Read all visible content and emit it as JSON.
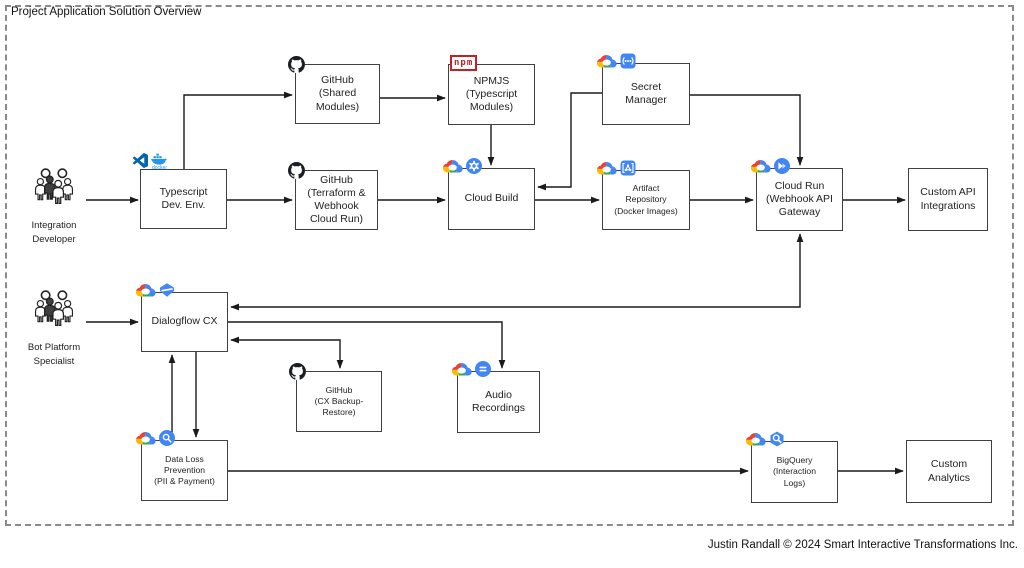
{
  "title": "Project Application Solution Overview",
  "footer": "Justin Randall © 2024 Smart Interactive Transformations Inc.",
  "icon_text": {
    "npm": "npm",
    "docker": "docker"
  },
  "colors": {
    "gcp_blue": "#4285F4",
    "gcp_red": "#EA4335",
    "gcp_yellow": "#FBBC05",
    "gcp_green": "#34A853",
    "npm_red": "#C12127",
    "vscode_blue": "#0065A9",
    "docker_blue": "#2396ED",
    "github_black": "#1B1F23",
    "line": "#1a1a1a",
    "box_border": "#404040",
    "frame_dash": "#8a8a8a"
  },
  "actors": [
    {
      "id": "integration-developer",
      "label": "Integration\nDeveloper"
    },
    {
      "id": "bot-platform-specialist",
      "label": "Bot Platform\nSpecialist"
    }
  ],
  "nodes": [
    {
      "id": "typescript-dev-env",
      "label": "Typescript\nDev. Env.",
      "icons": [
        "vscode-icon",
        "docker-icon"
      ]
    },
    {
      "id": "github-shared-modules",
      "label": "GitHub\n(Shared\nModules)",
      "icons": [
        "github-icon"
      ]
    },
    {
      "id": "npmjs-typescript-modules",
      "label": "NPMJS\n(Typescript\nModules)",
      "icons": [
        "npm-icon"
      ]
    },
    {
      "id": "github-terraform-webhook-cloud-run",
      "label": "GitHub\n(Terraform &\nWebhook\nCloud Run)",
      "icons": [
        "github-icon"
      ]
    },
    {
      "id": "cloud-build",
      "label": "Cloud Build",
      "icons": [
        "google-cloud-icon",
        "cloud-build-icon"
      ]
    },
    {
      "id": "secret-manager",
      "label": "Secret\nManager",
      "icons": [
        "google-cloud-icon",
        "secret-manager-icon"
      ]
    },
    {
      "id": "artifact-repository",
      "label": "Artifact\nRepository\n(Docker Images)",
      "icons": [
        "google-cloud-icon",
        "artifact-registry-icon"
      ]
    },
    {
      "id": "cloud-run-webhook-api-gateway",
      "label": "Cloud Run\n(Webhook API\nGateway",
      "icons": [
        "google-cloud-icon",
        "cloud-run-icon"
      ]
    },
    {
      "id": "custom-api-integrations",
      "label": "Custom API\nIntegrations",
      "icons": []
    },
    {
      "id": "dialogflow-cx",
      "label": "Dialogflow CX",
      "icons": [
        "google-cloud-icon",
        "dialogflow-icon"
      ]
    },
    {
      "id": "github-cx-backup-restore",
      "label": "GitHub\n(CX Backup-\nRestore)",
      "icons": [
        "github-icon"
      ]
    },
    {
      "id": "audio-recordings",
      "label": "Audio\nRecordings",
      "icons": [
        "google-cloud-icon",
        "audio-icon"
      ]
    },
    {
      "id": "data-loss-prevention",
      "label": "Data Loss\nPrevention\n(PII & Payment)",
      "icons": [
        "google-cloud-icon",
        "dlp-icon"
      ]
    },
    {
      "id": "bigquery-interaction-logs",
      "label": "BigQuery\n(Interaction\nLogs)",
      "icons": [
        "google-cloud-icon",
        "bigquery-icon"
      ]
    },
    {
      "id": "custom-analytics",
      "label": "Custom\nAnalytics",
      "icons": []
    }
  ],
  "edges": [
    {
      "from": "integration-developer",
      "to": "typescript-dev-env",
      "type": "arrow"
    },
    {
      "from": "typescript-dev-env",
      "to": "github-shared-modules",
      "type": "arrow"
    },
    {
      "from": "typescript-dev-env",
      "to": "github-terraform-webhook-cloud-run",
      "type": "arrow"
    },
    {
      "from": "github-shared-modules",
      "to": "npmjs-typescript-modules",
      "type": "arrow"
    },
    {
      "from": "npmjs-typescript-modules",
      "to": "cloud-build",
      "type": "arrow"
    },
    {
      "from": "github-terraform-webhook-cloud-run",
      "to": "cloud-build",
      "type": "arrow"
    },
    {
      "from": "secret-manager",
      "to": "cloud-build",
      "type": "arrow"
    },
    {
      "from": "secret-manager",
      "to": "cloud-run-webhook-api-gateway",
      "type": "arrow"
    },
    {
      "from": "cloud-build",
      "to": "artifact-repository",
      "type": "arrow"
    },
    {
      "from": "artifact-repository",
      "to": "cloud-run-webhook-api-gateway",
      "type": "arrow"
    },
    {
      "from": "cloud-run-webhook-api-gateway",
      "to": "custom-api-integrations",
      "type": "arrow"
    },
    {
      "from": "cloud-run-webhook-api-gateway",
      "to": "dialogflow-cx",
      "type": "double-arrow"
    },
    {
      "from": "dialogflow-cx",
      "to": "audio-recordings",
      "type": "arrow"
    },
    {
      "from": "dialogflow-cx",
      "to": "github-cx-backup-restore",
      "type": "double-arrow"
    },
    {
      "from": "bot-platform-specialist",
      "to": "dialogflow-cx",
      "type": "arrow"
    },
    {
      "from": "data-loss-prevention",
      "to": "dialogflow-cx",
      "type": "arrow"
    },
    {
      "from": "dialogflow-cx",
      "to": "data-loss-prevention",
      "type": "arrow"
    },
    {
      "from": "data-loss-prevention",
      "to": "bigquery-interaction-logs",
      "type": "arrow"
    },
    {
      "from": "bigquery-interaction-logs",
      "to": "custom-analytics",
      "type": "arrow"
    }
  ]
}
